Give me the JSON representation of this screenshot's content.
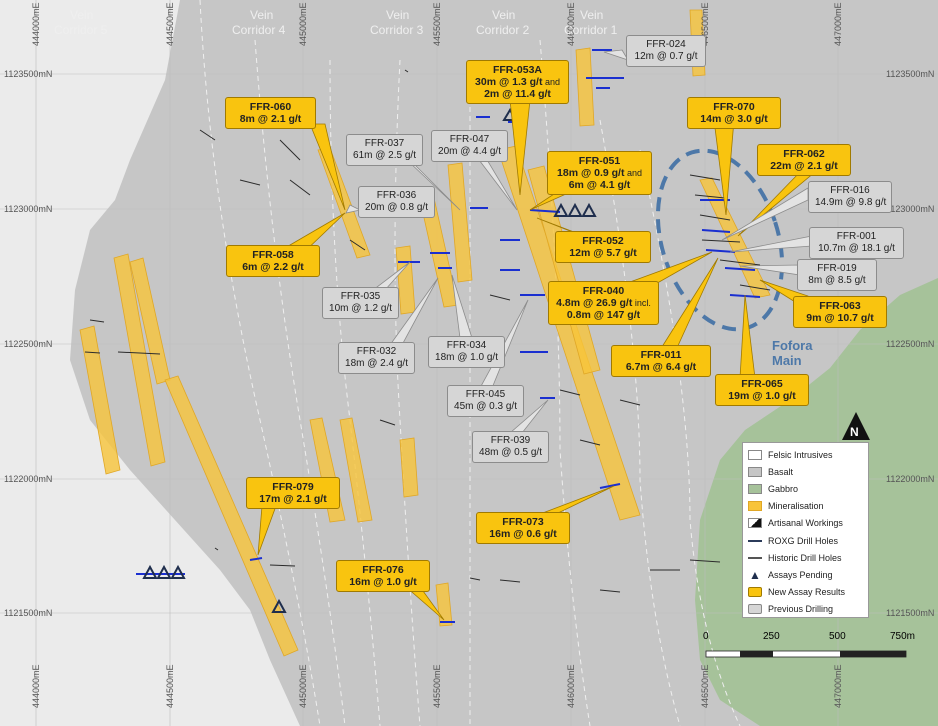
{
  "grid": {
    "northings": [
      "1123500mN",
      "1123000mN",
      "1122500mN",
      "1122000mN",
      "1121500mN"
    ],
    "eastings_top": [
      "444000mE",
      "444500mE",
      "445000mE",
      "445500mE",
      "446000mE",
      "446500mE",
      "447000mE"
    ],
    "eastings_bottom": [
      "444000mE",
      "444500mE",
      "445000mE",
      "445500mE",
      "446000mE",
      "446500mE",
      "447000mE"
    ]
  },
  "corridors": [
    {
      "line1": "Vein",
      "line2": "Corridor 5"
    },
    {
      "line1": "Vein",
      "line2": "Corridor 4"
    },
    {
      "line1": "Vein",
      "line2": "Corridor 3"
    },
    {
      "line1": "Vein",
      "line2": "Corridor 2"
    },
    {
      "line1": "Vein",
      "line2": "Corridor 1"
    }
  ],
  "fofora": {
    "line1": "Fofora",
    "line2": "Main"
  },
  "new_labels": [
    {
      "id": "FFR-053A",
      "line1": "30m @ 1.3 g/t",
      "line1b": " and",
      "line2": "2m @ 11.4 g/t"
    },
    {
      "id": "FFR-060",
      "line1": "8m @ 2.1 g/t"
    },
    {
      "id": "FFR-070",
      "line1": "14m @ 3.0 g/t"
    },
    {
      "id": "FFR-051",
      "line1": "18m @ 0.9 g/t",
      "line1b": " and",
      "line2": "6m @ 4.1 g/t"
    },
    {
      "id": "FFR-062",
      "line1": "22m @ 2.1 g/t"
    },
    {
      "id": "FFR-052",
      "line1": "12m @ 5.7 g/t"
    },
    {
      "id": "FFR-058",
      "line1": "6m @ 2.2 g/t"
    },
    {
      "id": "FFR-040",
      "line1": "4.8m @ 26.9 g/t",
      "line1b": " incl.",
      "line2": "0.8m @ 147 g/t"
    },
    {
      "id": "FFR-063",
      "line1": "9m @ 10.7 g/t"
    },
    {
      "id": "FFR-011",
      "line1": "6.7m @ 6.4 g/t"
    },
    {
      "id": "FFR-065",
      "line1": "19m @ 1.0 g/t"
    },
    {
      "id": "FFR-079",
      "line1": "17m @ 2.1 g/t"
    },
    {
      "id": "FFR-073",
      "line1": "16m @ 0.6 g/t"
    },
    {
      "id": "FFR-076",
      "line1": "16m @ 1.0 g/t"
    }
  ],
  "prev_labels": [
    {
      "id": "FFR-024",
      "line1": "12m @ 0.7 g/t"
    },
    {
      "id": "FFR-037",
      "line1": "61m @ 2.5 g/t"
    },
    {
      "id": "FFR-047",
      "line1": "20m @ 4.4 g/t"
    },
    {
      "id": "FFR-036",
      "line1": "20m @ 0.8 g/t"
    },
    {
      "id": "FFR-016",
      "line1": "14.9m @ 9.8 g/t"
    },
    {
      "id": "FFR-001",
      "line1": "10.7m @ 18.1 g/t"
    },
    {
      "id": "FFR-019",
      "line1": "8m @ 8.5 g/t"
    },
    {
      "id": "FFR-035",
      "line1": "10m @ 1.2 g/t"
    },
    {
      "id": "FFR-032",
      "line1": "18m @ 2.4 g/t"
    },
    {
      "id": "FFR-034",
      "line1": "18m @ 1.0 g/t"
    },
    {
      "id": "FFR-045",
      "line1": "45m @ 0.3 g/t"
    },
    {
      "id": "FFR-039",
      "line1": "48m @ 0.5 g/t"
    }
  ],
  "legend": {
    "items": [
      "Felsic Intrusives",
      "Basalt",
      "Gabbro",
      "Mineralisation",
      "Artisanal Workings",
      "ROXG Drill Holes",
      "Historic Drill Holes",
      "Assays Pending",
      "New Assay Results",
      "Previous Drilling"
    ]
  },
  "north_arrow": "N",
  "scale": {
    "ticks": [
      "0",
      "250",
      "500",
      "750m"
    ]
  },
  "colors": {
    "basalt": "#c6c6c6",
    "felsic": "#ebebeb",
    "gabbro": "#a6c29a",
    "mineralisation": "#f8c43a",
    "new_label": "#f9c40f",
    "prev_label": "#d6d6d6",
    "roxg": "#1a2fd0",
    "fofora": "#4d78a8"
  }
}
